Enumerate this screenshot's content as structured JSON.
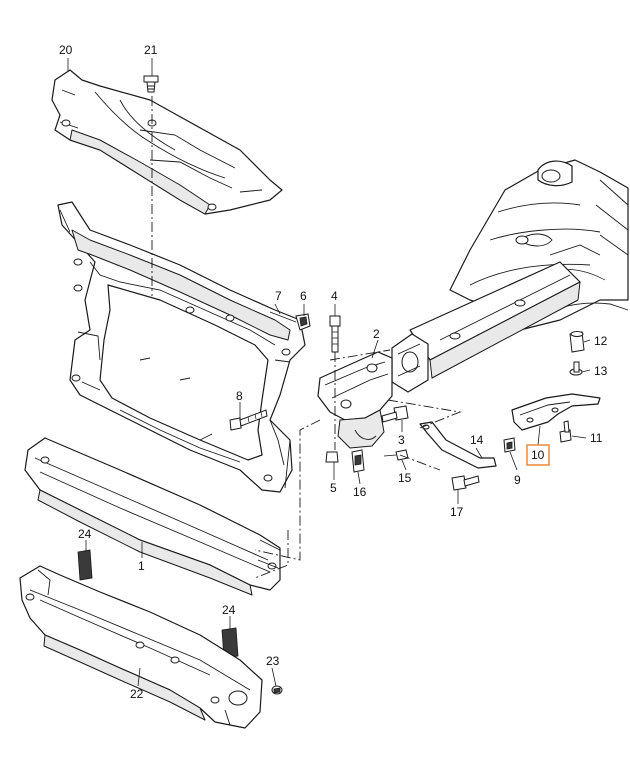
{
  "diagram": {
    "highlight_color": "#e8822a",
    "highlighted_label": "10",
    "labels": {
      "l1": "1",
      "l2": "2",
      "l3": "3",
      "l4": "4",
      "l5": "5",
      "l6": "6",
      "l7": "7",
      "l8": "8",
      "l9": "9",
      "l10": "10",
      "l11": "11",
      "l12": "12",
      "l13": "13",
      "l14": "14",
      "l15": "15",
      "l16": "16",
      "l17": "17",
      "l20": "20",
      "l21": "21",
      "l22": "22",
      "l23": "23",
      "l24a": "24",
      "l24b": "24"
    }
  }
}
